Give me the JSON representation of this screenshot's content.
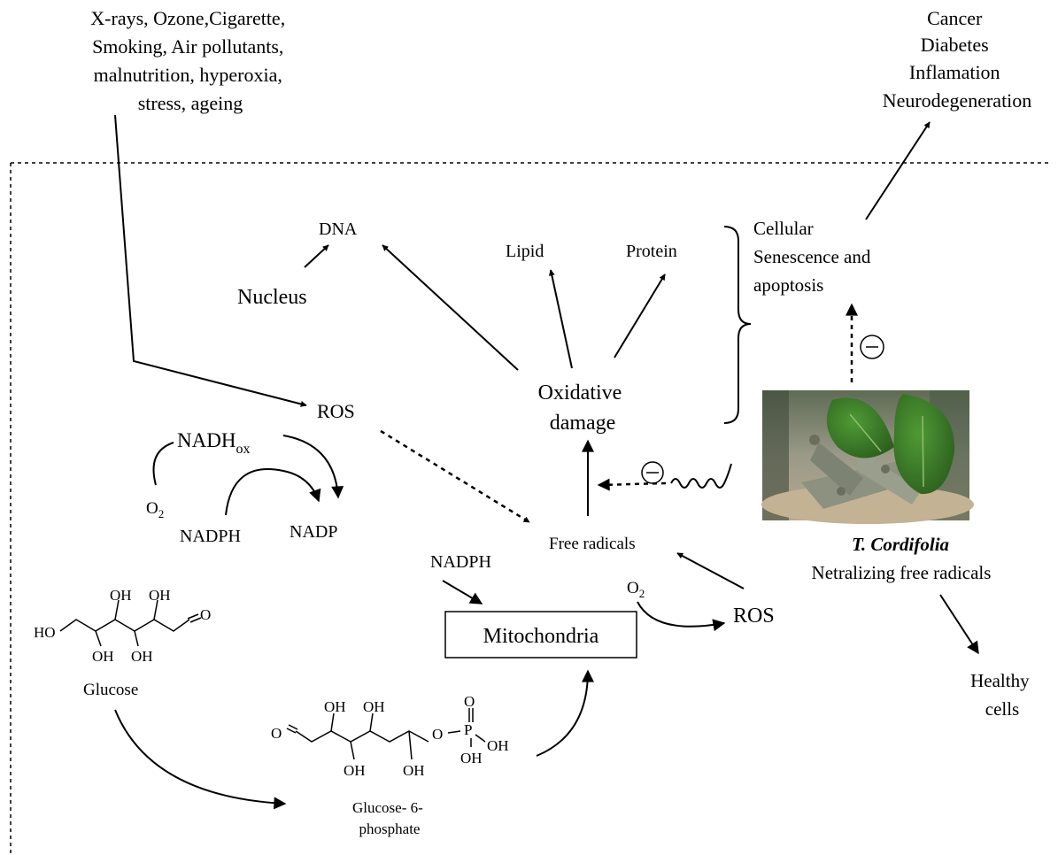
{
  "environmental_factors": [
    "X-rays, Ozone,Cigarette,",
    "Smoking, Air pollutants,",
    "malnutrition, hyperoxia,",
    "stress, ageing"
  ],
  "diseases": [
    "Cancer",
    "Diabetes",
    "Inflamation",
    "Neurodegeneration"
  ],
  "labels": {
    "dna": "DNA",
    "nucleus": "Nucleus",
    "lipid": "Lipid",
    "protein": "Protein",
    "senescence": [
      "Cellular",
      "Senescence and",
      "apoptosis"
    ],
    "ros_top": "ROS",
    "oxidative": [
      "Oxidative",
      "damage"
    ],
    "nadh_main": "NADH",
    "nadh_sub": "ox",
    "o2_left_main": "O",
    "o2_left_sub": "2",
    "nadph_left": "NADPH",
    "nadp": "NADP",
    "free_radicals": "Free radicals",
    "nadph_mito": "NADPH",
    "mitochondria": "Mitochondria",
    "o2_mito_main": "O",
    "o2_mito_sub": "2",
    "ros_bottom": "ROS",
    "inhibit_symbol": "⊖",
    "plant_name": "T. Cordifolia",
    "plant_role": "Netralizing free radicals",
    "healthy": [
      "Healthy",
      "cells"
    ],
    "glucose": "Glucose",
    "g6p": [
      "Glucose- 6-",
      "phosphate"
    ]
  },
  "glucose_atoms": {
    "ho": "HO",
    "oh": "OH",
    "o": "O"
  },
  "g6p_atoms": {
    "o": "O",
    "oh": "OH",
    "p": "P"
  },
  "colors": {
    "ink": "#000000",
    "background": "#ffffff",
    "leaf": "#3d7a2a",
    "stem": "#8b8f7d"
  }
}
